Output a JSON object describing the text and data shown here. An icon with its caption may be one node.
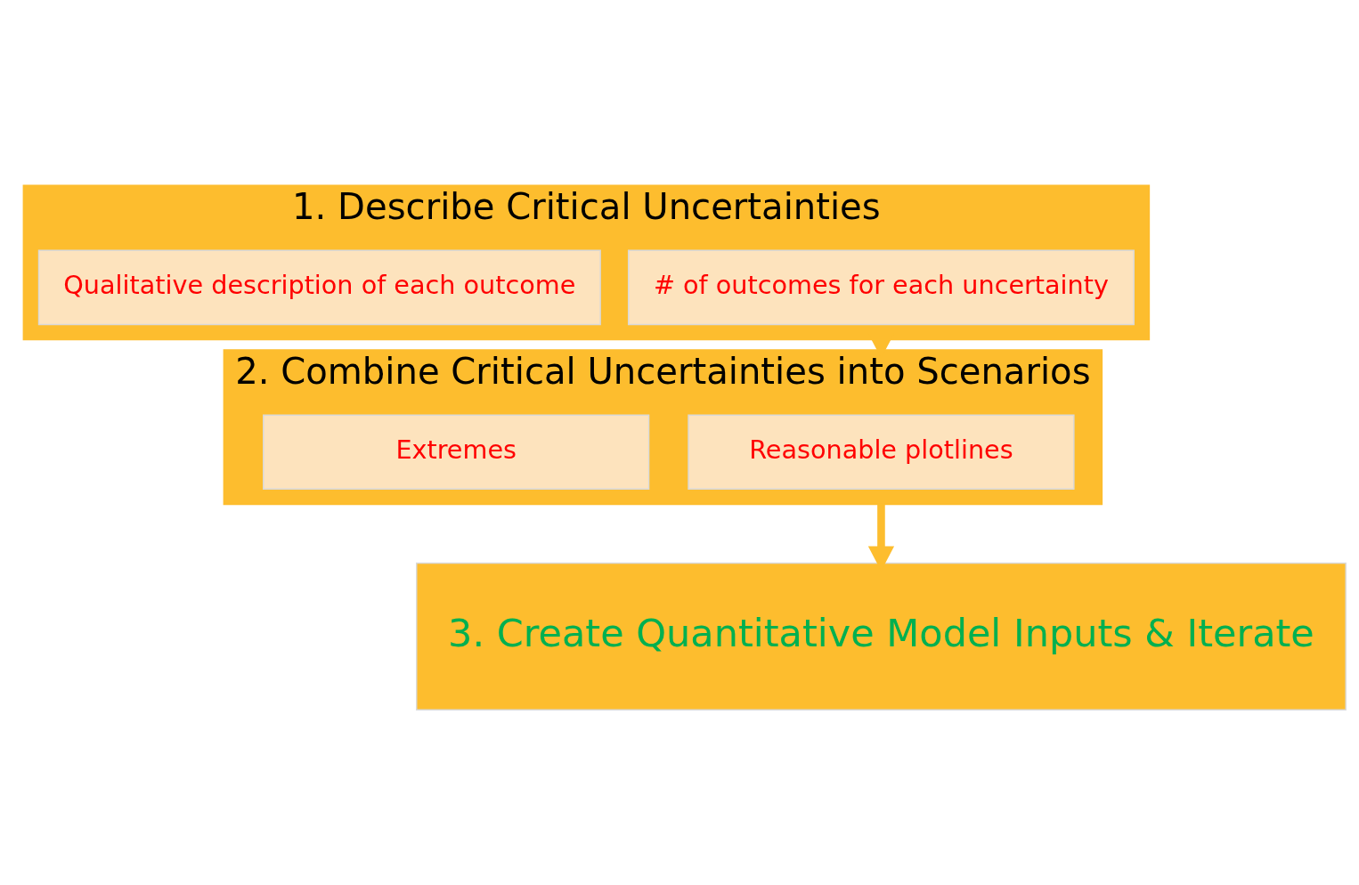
{
  "diagram": {
    "nodes": [
      {
        "text": [
          "1. Describe Critical Uncertainties"
        ]
      },
      {
        "text": [
          "# of outcomes for each uncertainty"
        ],
        "in": 0
      },
      {
        "text": [
          "Qualitative description of each outcome"
        ],
        "in": 0
      },
      {
        "text": [
          "2. Combine Critical Uncertainties into Scenarios"
        ]
      },
      {
        "text": [
          "Reasonable plotlines"
        ],
        "in": 3
      },
      {
        "text": [
          "Extremes"
        ],
        "in": 3
      },
      {
        "text": [
          "3. Create Quantitative Model Inputs & Iterate"
        ]
      }
    ],
    "edges": [
      {
        "from": 0,
        "to": 3,
        "arrow": "to"
      },
      {
        "from": 3,
        "to": 6,
        "arrow": "to"
      }
    ]
  }
}
